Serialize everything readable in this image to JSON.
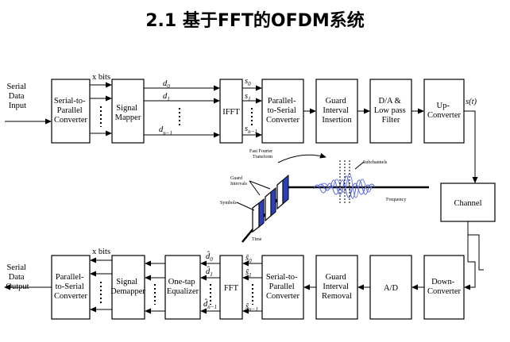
{
  "title": "2.1 基于FFT的OFDM系统",
  "tx": {
    "input_label": [
      "Serial",
      "Data",
      "Input"
    ],
    "blocks": [
      [
        "Serial-to-",
        "Parallel",
        "Converter"
      ],
      [
        "Signal",
        "Mapper"
      ],
      [
        "IFFT"
      ],
      [
        "Parallel-",
        "to-Serial",
        "Converter"
      ],
      [
        "Guard",
        "Interval",
        "Insertion"
      ],
      [
        "D/A &",
        "Low pass",
        "Filter"
      ],
      [
        "Up-",
        "Converter"
      ]
    ],
    "xbits": "x bits",
    "d0": "d",
    "d0_sub": "0",
    "d1": "d",
    "d1_sub": "1",
    "dn": "d",
    "dn_sub": "n−1",
    "s0": "s",
    "s0_sub": "0",
    "s1": "s",
    "s1_sub": "1",
    "sn": "s",
    "sn_sub": "n−1",
    "st": "s(t)"
  },
  "channel": "Channel",
  "rx": {
    "output_label": [
      "Serial",
      "Data",
      "Output"
    ],
    "blocks": [
      [
        "Parallel-",
        "to-Serial",
        "Converter"
      ],
      [
        "Signal",
        "Demapper"
      ],
      [
        "One-tap",
        "Equalizer"
      ],
      [
        "FFT"
      ],
      [
        "Serial-to-",
        "Parallel",
        "Converter"
      ],
      [
        "Guard",
        "Interval",
        "Removal"
      ],
      [
        "A/D"
      ],
      [
        "Down-",
        "Converter"
      ]
    ],
    "xbits": "x bits",
    "dh0": "d̂",
    "dh0_sub": "0",
    "dh1": "d̂",
    "dh1_sub": "1",
    "dhn": "d̂",
    "dhn_sub": "n−1",
    "sh0": "ŝ",
    "sh0_sub": "0",
    "sh1": "ŝ",
    "sh1_sub": "1",
    "shn": "ŝ",
    "shn_sub": "n−1"
  },
  "figure": {
    "fft_label": [
      "Fast Fourier",
      "Transform"
    ],
    "guard_label": [
      "Guard",
      "Intervals"
    ],
    "symbols": "Symbols",
    "subchannels": "Subchannels",
    "frequency": "Frequency",
    "time": "Time"
  }
}
